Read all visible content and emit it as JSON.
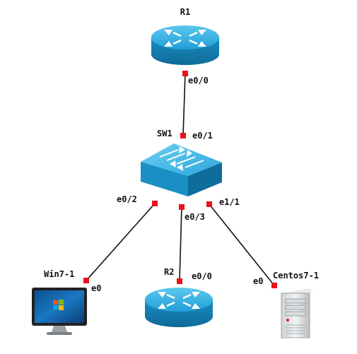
{
  "nodes": {
    "r1": {
      "label": "R1",
      "icon": "router-icon"
    },
    "sw1": {
      "label": "SW1",
      "icon": "switch-icon"
    },
    "win7": {
      "label": "Win7-1",
      "icon": "desktop-monitor-icon"
    },
    "r2": {
      "label": "R2",
      "icon": "router-icon"
    },
    "centos": {
      "label": "Centos7-1",
      "icon": "server-tower-icon"
    }
  },
  "ports": {
    "r1_e0_0": "e0/0",
    "sw1_e0_1": "e0/1",
    "sw1_e0_2": "e0/2",
    "sw1_e0_3": "e0/3",
    "sw1_e1_1": "e1/1",
    "win7_e0": "e0",
    "r2_e0_0": "e0/0",
    "centos_e0": "e0"
  },
  "colors": {
    "port_marker": "#e8131b",
    "device_blue": "#1f9fd8",
    "link": "#111111"
  }
}
